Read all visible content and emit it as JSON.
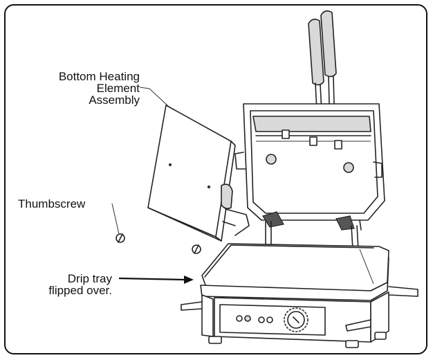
{
  "labels": {
    "bottom_heating_line1": "Bottom Heating",
    "bottom_heating_line2": "Element",
    "bottom_heating_line3": "Assembly",
    "thumbscrew": "Thumbscrew",
    "drip_tray_line1": "Drip tray",
    "drip_tray_line2": "flipped over."
  },
  "colors": {
    "line": "#222222",
    "shade": "#d9d9d9",
    "background": "#ffffff"
  }
}
